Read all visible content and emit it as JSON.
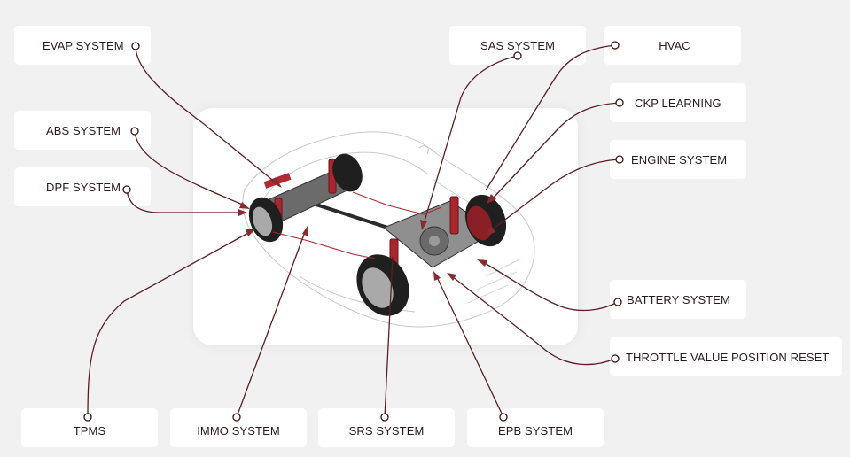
{
  "diagram": {
    "subject": "Vehicle chassis with drivetrain and suspension",
    "accent_color": "#5a1e22",
    "component_color": "#a8262e",
    "labels": [
      {
        "id": "evap",
        "text": "EVAP SYSTEM"
      },
      {
        "id": "abs",
        "text": "ABS SYSTEM"
      },
      {
        "id": "dpf",
        "text": "DPF SYSTEM"
      },
      {
        "id": "sas",
        "text": "SAS SYSTEM"
      },
      {
        "id": "hvac",
        "text": "HVAC"
      },
      {
        "id": "ckp",
        "text": "CKP LEARNING"
      },
      {
        "id": "engine",
        "text": "ENGINE SYSTEM"
      },
      {
        "id": "battery",
        "text": "BATTERY SYSTEM"
      },
      {
        "id": "throttle",
        "text": "THROTTLE VALUE POSITION RESET"
      },
      {
        "id": "tpms",
        "text": "TPMS"
      },
      {
        "id": "immo",
        "text": "IMMO SYSTEM"
      },
      {
        "id": "srs",
        "text": "SRS SYSTEM"
      },
      {
        "id": "epb",
        "text": "EPB SYSTEM"
      }
    ]
  }
}
